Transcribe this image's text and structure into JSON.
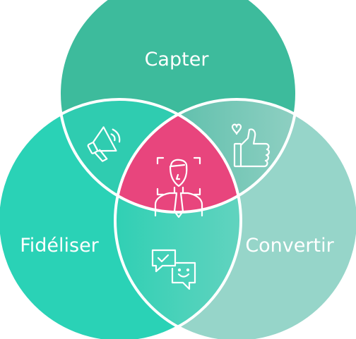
{
  "diagram": {
    "labels": {
      "top": "Capter",
      "left": "Fidéliser",
      "right": "Convertir"
    },
    "icons": {
      "top_left": "megaphone-icon",
      "top_right": "thumbs-up-heart-icon",
      "bottom": "chat-bubbles-icon",
      "center": "person-face-scan-icon"
    },
    "colors": {
      "top_circle": "#3dbb9c",
      "left_circle": "#2ad2b6",
      "right_circle": "#96d5c9",
      "center": "#e8457d",
      "overlap_top_left": "#2fccb0",
      "overlap_top_right_start": "#4ab9a2",
      "overlap_top_right_end": "#a6d7cd",
      "overlap_bottom_start": "#30d0b4",
      "overlap_bottom_end": "#90d6c9"
    }
  }
}
